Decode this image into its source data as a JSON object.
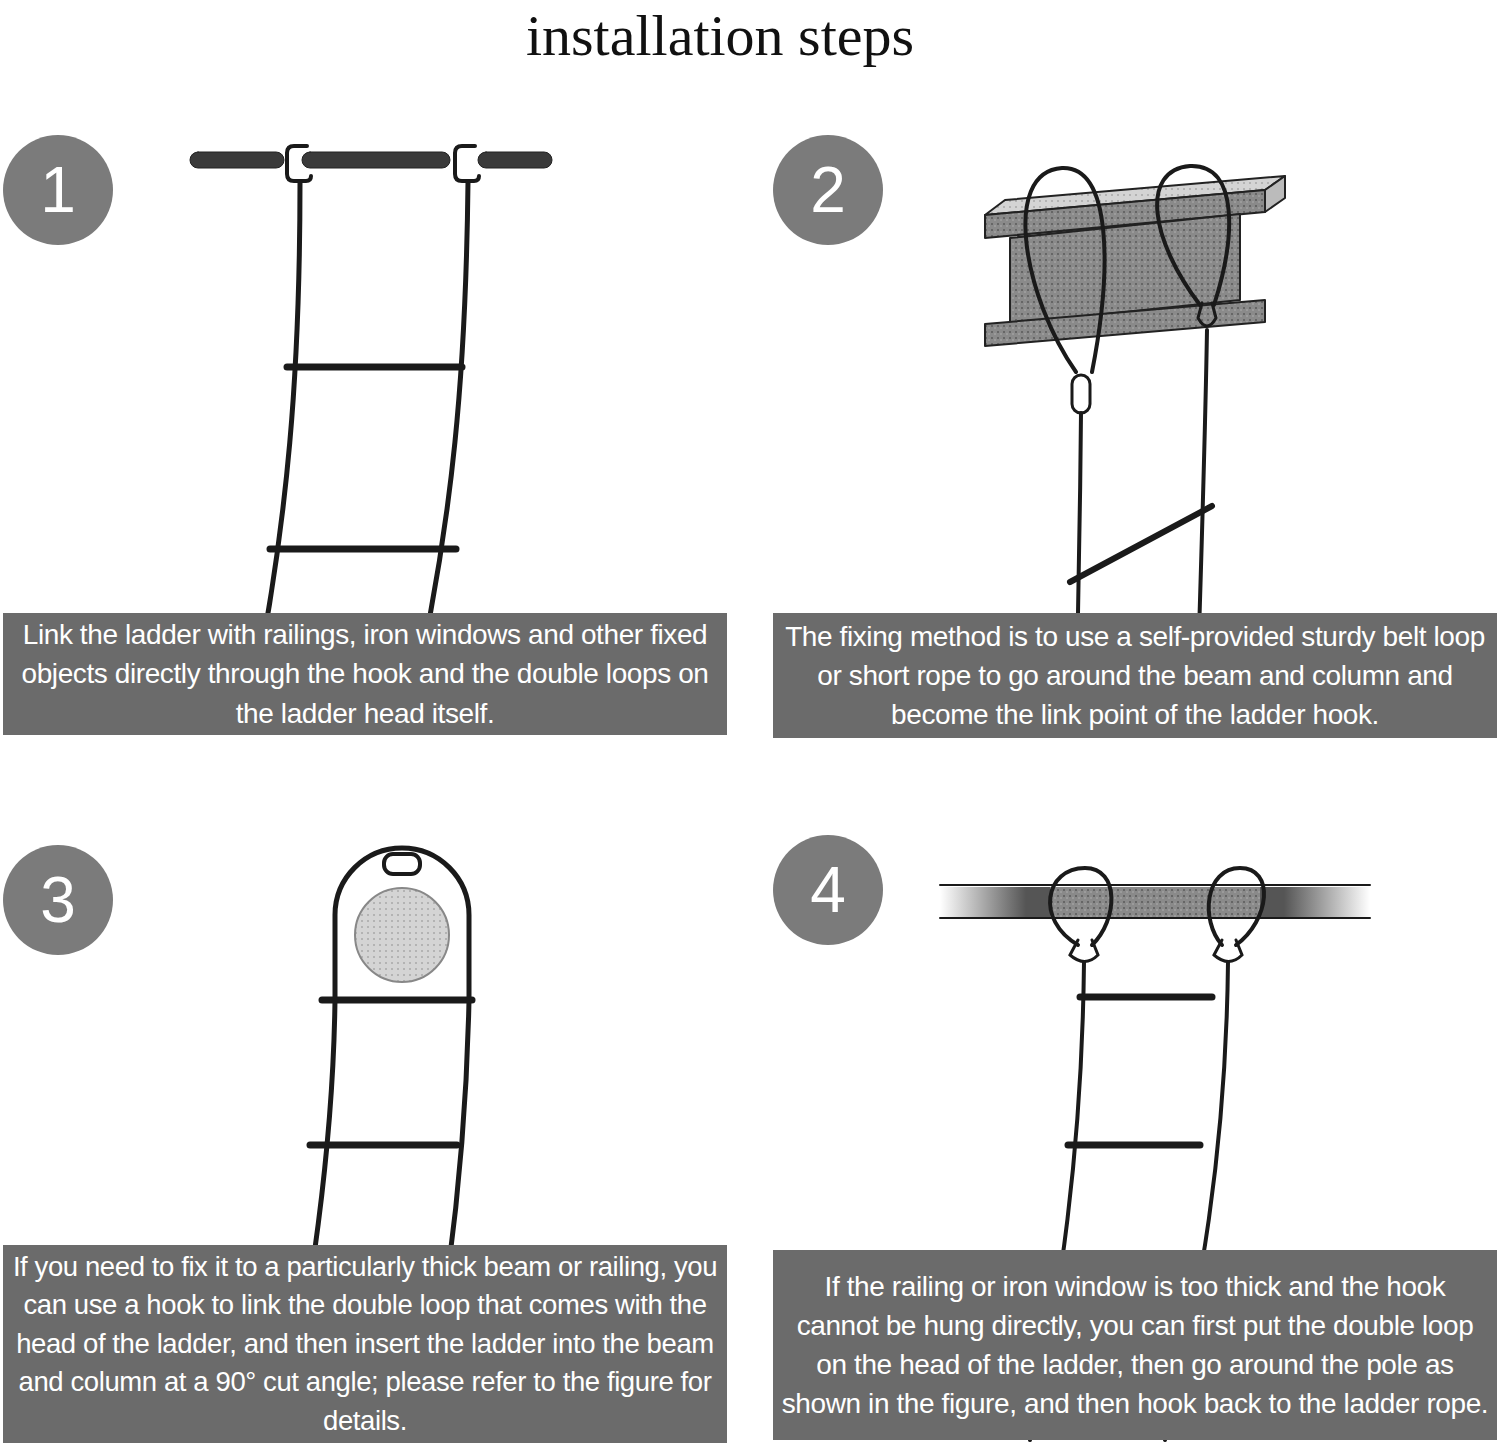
{
  "diagram": {
    "title": "installation steps",
    "nodes": [
      {
        "text": [
          "1"
        ]
      },
      {
        "text": [
          "Link the ladder with railings, iron windows and other fixed objects directly through the hook and the double loops on the ladder head itself."
        ]
      },
      {
        "text": [
          "2"
        ]
      },
      {
        "text": [
          "The fixing method is to use a self-provided sturdy belt loop or short rope to go around the beam and column and become the link point of the ladder hook."
        ]
      },
      {
        "text": [
          "3"
        ]
      },
      {
        "text": [
          "If you need to fix it to a particularly thick beam or railing, you can use a hook to link the double loop that comes with the head of the ladder, and then insert the ladder into the beam and column at a 90° cut angle; please refer to the figure for details."
        ]
      },
      {
        "text": [
          "4"
        ]
      },
      {
        "text": [
          "If the railing or iron window is too thick and the hook cannot be hung directly, you can first put the double loop on the head of the ladder, then go around the pole as shown in the figure, and then hook back to the ladder rope."
        ]
      }
    ]
  }
}
